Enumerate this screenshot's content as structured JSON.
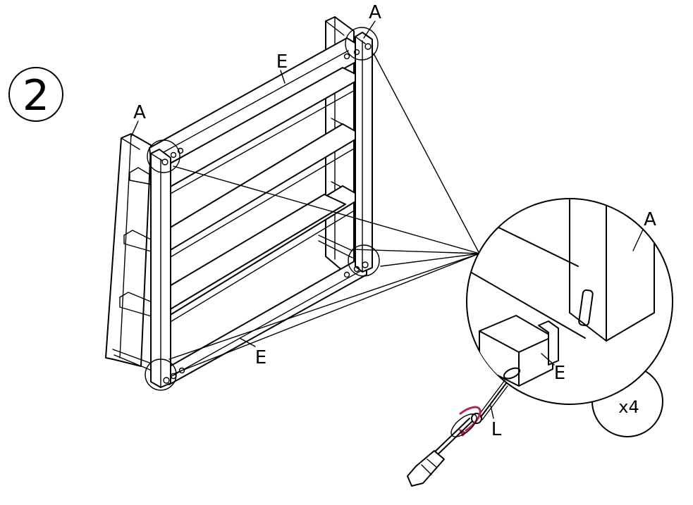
{
  "step": {
    "number": "2"
  },
  "labels": {
    "part_a_top": "A",
    "part_a_left": "A",
    "part_e_top": "E",
    "part_e_bottom": "E",
    "detail_part_a": "A",
    "detail_part_e": "E",
    "screw": "L"
  },
  "quantity": "x4",
  "colors": {
    "line": "#000000",
    "rotation_arrow": "#b3264b"
  }
}
